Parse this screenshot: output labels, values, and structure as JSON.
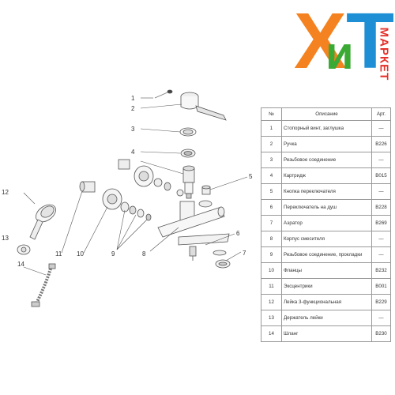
{
  "logo": {
    "letters": [
      "Х",
      "и",
      "Т"
    ],
    "subtitle": "МАРКЕТ",
    "colors": {
      "x": "#f58220",
      "i": "#3aaa35",
      "t": "#1e8fd5",
      "subtitle": "#e4322b"
    }
  },
  "diagram": {
    "callouts": [
      "1",
      "2",
      "3",
      "4",
      "5",
      "6",
      "7",
      "8",
      "9",
      "10",
      "11",
      "12",
      "13",
      "14"
    ]
  },
  "parts_table": {
    "headers": [
      "№",
      "Описание",
      "Арт."
    ],
    "rows": [
      {
        "no": "1",
        "desc": "Стопорный винт, заглушка",
        "art": "—"
      },
      {
        "no": "2",
        "desc": "Ручка",
        "art": "B226"
      },
      {
        "no": "3",
        "desc": "Резьбовое соединение",
        "art": "—"
      },
      {
        "no": "4",
        "desc": "Картридж",
        "art": "B015"
      },
      {
        "no": "5",
        "desc": "Кнопка переключателя",
        "art": "—"
      },
      {
        "no": "6",
        "desc": "Переключатель на душ",
        "art": "B228"
      },
      {
        "no": "7",
        "desc": "Аэратор",
        "art": "B269"
      },
      {
        "no": "8",
        "desc": "Корпус смесителя",
        "art": "—"
      },
      {
        "no": "9",
        "desc": "Резьбовое соединение, прокладки",
        "art": "—"
      },
      {
        "no": "10",
        "desc": "Фланцы",
        "art": "B232"
      },
      {
        "no": "11",
        "desc": "Эксцентрики",
        "art": "B001"
      },
      {
        "no": "12",
        "desc": "Лейка 3-функциональная",
        "art": "B229"
      },
      {
        "no": "13",
        "desc": "Держатель лейки",
        "art": "—"
      },
      {
        "no": "14",
        "desc": "Шланг",
        "art": "B230"
      }
    ]
  }
}
